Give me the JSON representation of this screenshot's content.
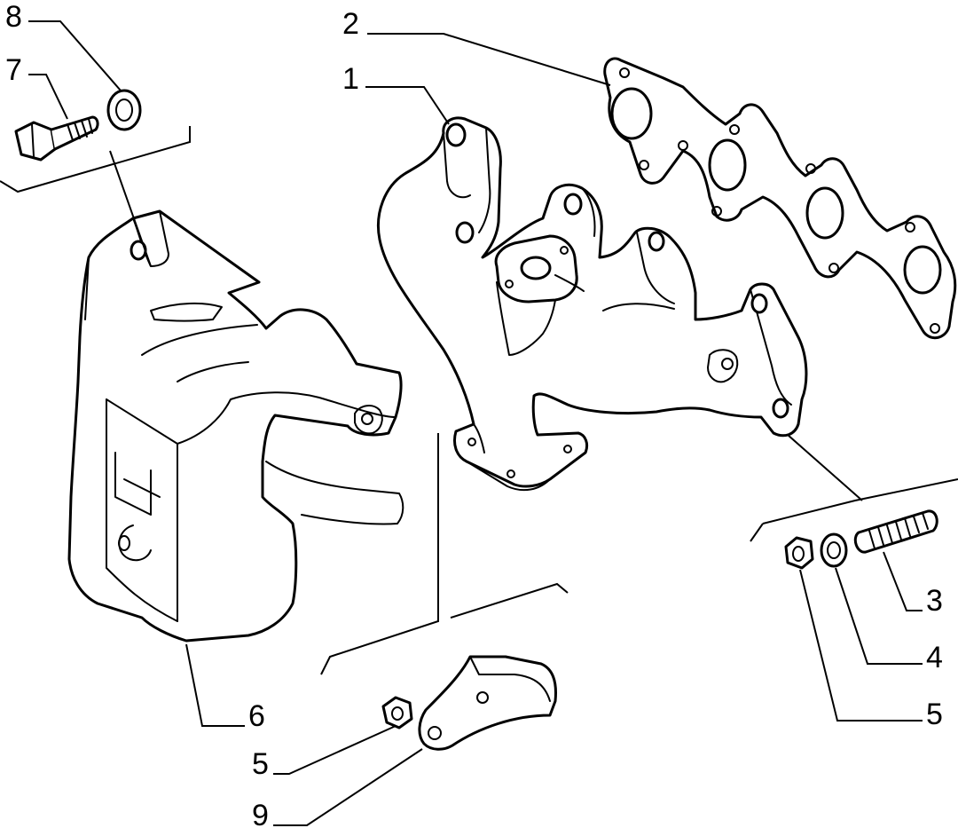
{
  "diagram": {
    "callouts": {
      "c1": "1",
      "c2": "2",
      "c3": "3",
      "c4": "4",
      "c5a": "5",
      "c5b": "5",
      "c6": "6",
      "c7": "7",
      "c8": "8",
      "c9": "9"
    },
    "parts": [
      {
        "id": "1",
        "name": "exhaust-manifold"
      },
      {
        "id": "2",
        "name": "manifold-gasket"
      },
      {
        "id": "3",
        "name": "stud"
      },
      {
        "id": "4",
        "name": "washer"
      },
      {
        "id": "5",
        "name": "nut"
      },
      {
        "id": "6",
        "name": "heat-shield"
      },
      {
        "id": "7",
        "name": "bolt"
      },
      {
        "id": "8",
        "name": "washer"
      },
      {
        "id": "9",
        "name": "bracket"
      }
    ]
  }
}
